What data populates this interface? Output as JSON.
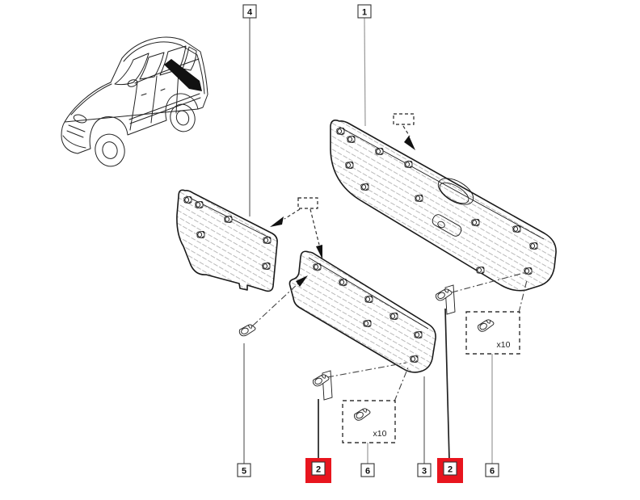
{
  "diagram": {
    "highlight_color": "#e8151e",
    "callouts_top": [
      {
        "id": "4"
      },
      {
        "id": "1"
      }
    ],
    "callouts_bottom": [
      {
        "id": "5",
        "highlighted": false
      },
      {
        "id": "2",
        "highlighted": true
      },
      {
        "id": "6",
        "highlighted": false
      },
      {
        "id": "3",
        "highlighted": false
      },
      {
        "id": "2",
        "highlighted": true
      },
      {
        "id": "6",
        "highlighted": false
      }
    ],
    "fastener_kits": [
      {
        "label": "x10"
      },
      {
        "label": "x10"
      }
    ]
  }
}
